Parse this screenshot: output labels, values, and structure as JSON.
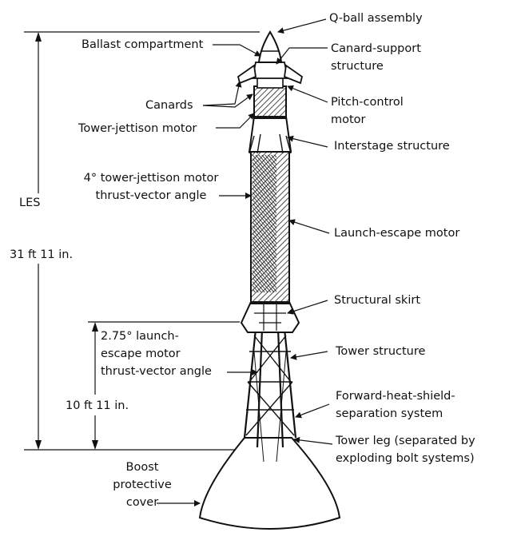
{
  "labels": {
    "qball": "Q-ball assembly",
    "ballast": "Ballast compartment",
    "canard_support": [
      "Canard-support",
      "structure"
    ],
    "canards": "Canards",
    "pitch_control": [
      "Pitch-control",
      "motor"
    ],
    "tower_jettison_motor": "Tower-jettison motor",
    "interstage": "Interstage structure",
    "tj_angle": [
      "4° tower-jettison motor",
      "thrust-vector angle"
    ],
    "launch_escape_motor": "Launch-escape motor",
    "les": "LES",
    "les_length": "31 ft 11 in.",
    "structural_skirt": "Structural skirt",
    "le_angle": [
      "2.75° launch-",
      "escape motor",
      "thrust-vector angle"
    ],
    "tower_structure": "Tower structure",
    "fhs": [
      "Forward-heat-shield-",
      "separation system"
    ],
    "tower_length": "10 ft 11 in.",
    "tower_leg": [
      "Tower leg (separated by",
      "exploding bolt systems)"
    ],
    "bpc": [
      "Boost",
      "protective",
      "cover"
    ]
  }
}
